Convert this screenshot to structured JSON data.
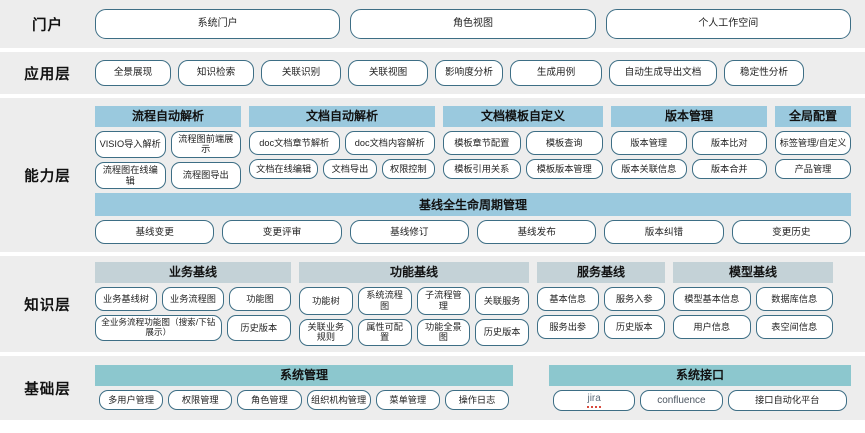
{
  "colors": {
    "layer_bg": "#ededed",
    "capability_header": "#9ac9de",
    "knowledge_header": "#c4d2d7",
    "base_header": "#8cc7ce",
    "button_border": "#3d6e85",
    "page_bg": "#ffffff"
  },
  "layers": [
    {
      "label": "门户",
      "buttons": [
        "系统门户",
        "角色视图",
        "个人工作空间"
      ]
    },
    {
      "label": "应用层",
      "buttons": [
        "全景展现",
        "知识检索",
        "关联识别",
        "关联视图",
        "影响度分析",
        "生成用例",
        "自动生成导出文档",
        "稳定性分析"
      ]
    },
    {
      "label": "能力层",
      "groups": [
        {
          "title": "流程自动解析",
          "row1": [
            "VISIO导入解析",
            "流程图前端展示"
          ],
          "row2": [
            "流程图在线编辑",
            "流程图导出"
          ]
        },
        {
          "title": "文档自动解析",
          "row1": [
            "doc文档章节解析",
            "doc文档内容解析"
          ],
          "row2": [
            "文档在线编辑",
            "文档导出",
            "权限控制"
          ]
        },
        {
          "title": "文档模板自定义",
          "row1": [
            "模板章节配置",
            "模板查询"
          ],
          "row2": [
            "模板引用关系",
            "模板版本管理"
          ]
        },
        {
          "title": "版本管理",
          "row1": [
            "版本管理",
            "版本比对"
          ],
          "row2": [
            "版本关联信息",
            "版本合并"
          ]
        },
        {
          "title": "全局配置",
          "row1": [
            "标签管理/自定义"
          ],
          "row2": [
            "产品管理"
          ]
        }
      ],
      "banner": {
        "title": "基线全生命周期管理",
        "buttons": [
          "基线变更",
          "变更评审",
          "基线修订",
          "基线发布",
          "版本纠错",
          "变更历史"
        ]
      }
    },
    {
      "label": "知识层",
      "groups": [
        {
          "title": "业务基线",
          "row1": [
            "业务基线树",
            "业务流程图",
            "功能图"
          ],
          "row2": [
            "全业务流程功能图（搜索/下钻展示）",
            "历史版本"
          ]
        },
        {
          "title": "功能基线",
          "row1": [
            "功能树",
            "系统流程图",
            "子流程管理",
            "关联服务"
          ],
          "row2": [
            "关联业务规则",
            "属性可配置",
            "功能全景图",
            "历史版本"
          ]
        },
        {
          "title": "服务基线",
          "row1": [
            "基本信息",
            "服务入参"
          ],
          "row2": [
            "服务出参",
            "历史版本"
          ]
        },
        {
          "title": "模型基线",
          "row1": [
            "模型基本信息",
            "数据库信息"
          ],
          "row2": [
            "用户信息",
            "表空间信息"
          ]
        }
      ]
    },
    {
      "label": "基础层",
      "groups": [
        {
          "title": "系统管理",
          "row1": [
            "多用户管理",
            "权限管理",
            "角色管理",
            "组织机构管理",
            "菜单管理",
            "操作日志"
          ]
        },
        {
          "title": "系统接口",
          "row1": [
            "jira",
            "confluence",
            "接口自动化平台"
          ]
        }
      ]
    }
  ]
}
